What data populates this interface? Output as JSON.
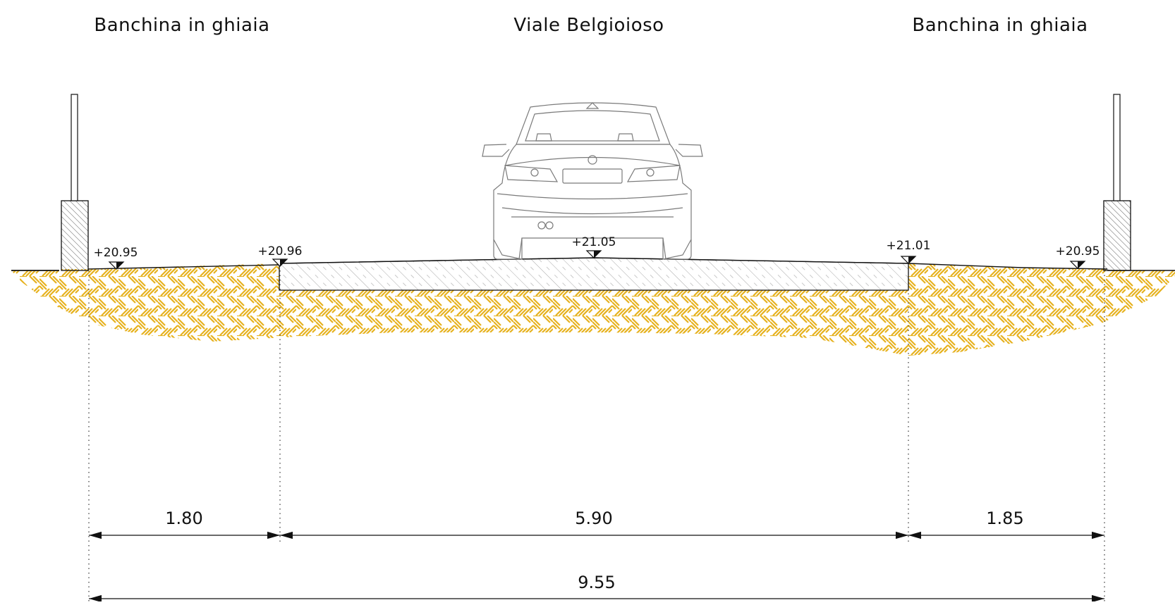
{
  "sections": {
    "left_label": "Banchina in ghiaia",
    "center_label": "Viale Belgioioso",
    "right_label": "Banchina in ghiaia"
  },
  "elevations": [
    {
      "label": "+20.95"
    },
    {
      "label": "+20.96"
    },
    {
      "label": "+21.05"
    },
    {
      "label": "+21.01"
    },
    {
      "label": "+20.95"
    }
  ],
  "dimensions": {
    "left": "1.80",
    "center": "5.90",
    "right": "1.85",
    "total": "9.55"
  },
  "colors": {
    "gravel_hatch": "#e6b21f",
    "asphalt_hatch": "#9a9a9a",
    "line": "#111111"
  }
}
